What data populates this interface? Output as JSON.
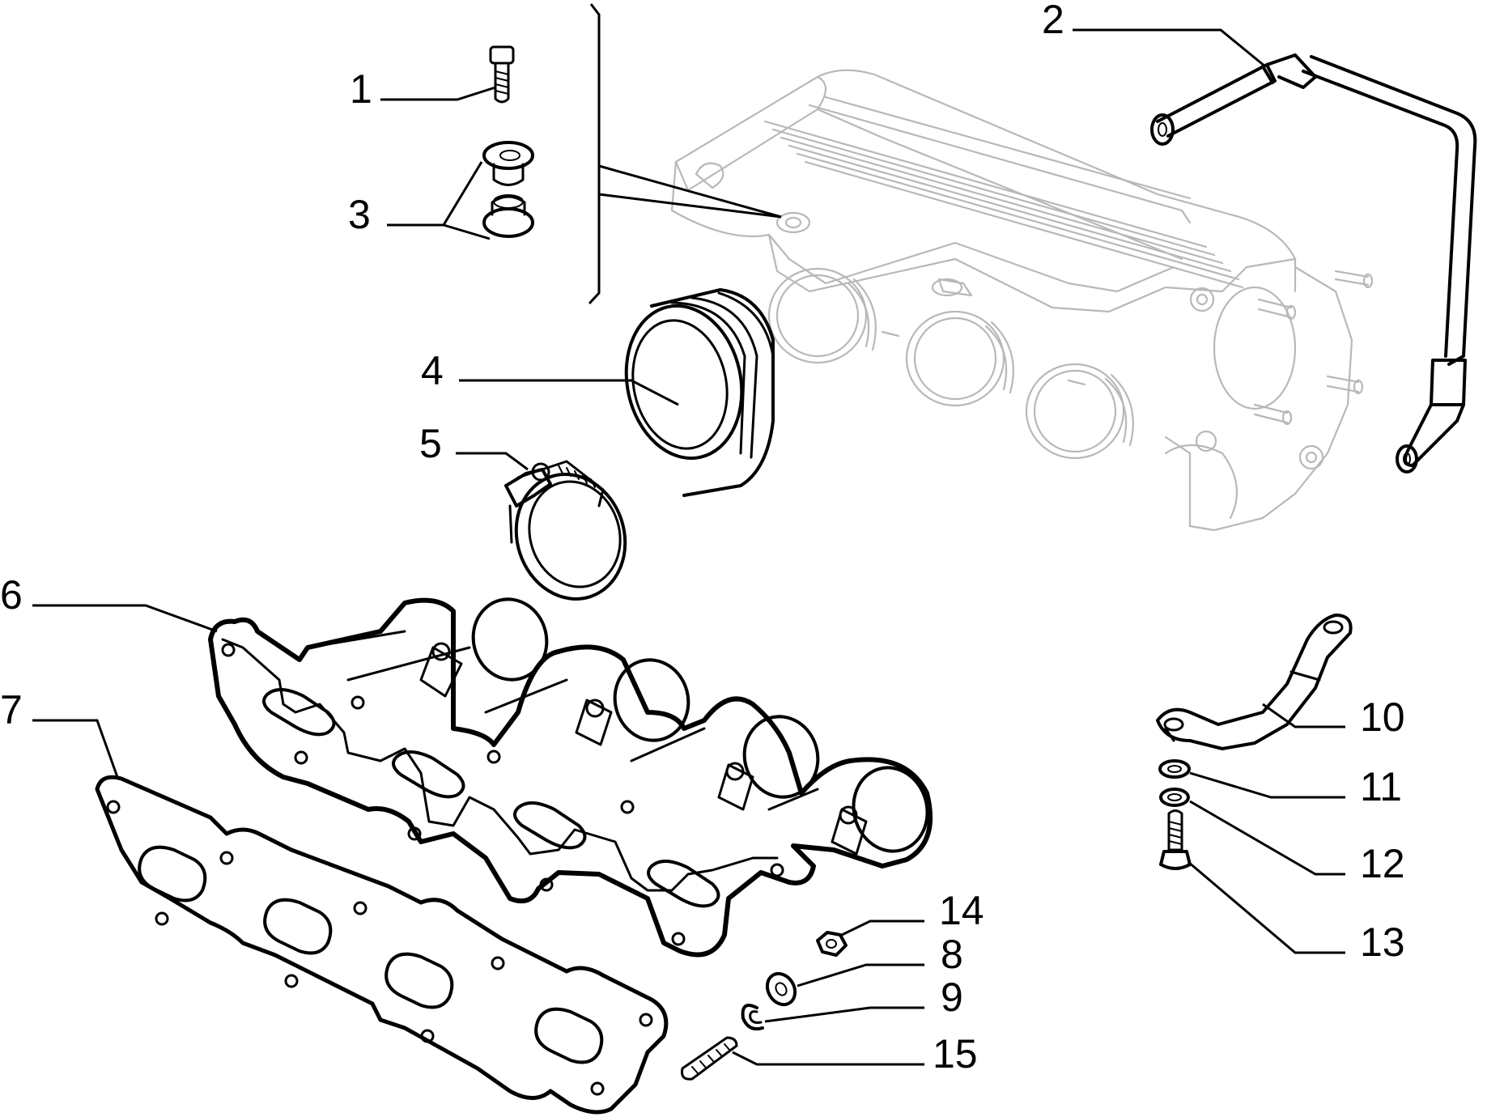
{
  "diagram": {
    "callouts": [
      "1",
      "2",
      "3",
      "4",
      "5",
      "6",
      "7",
      "8",
      "9",
      "10",
      "11",
      "12",
      "13",
      "14",
      "15"
    ],
    "parts": [
      {
        "id": "1",
        "icon": "bolt-icon"
      },
      {
        "id": "2",
        "icon": "breather-pipe-icon"
      },
      {
        "id": "3",
        "icon": "grommet-icon"
      },
      {
        "id": "4",
        "icon": "rubber-sleeve-icon"
      },
      {
        "id": "5",
        "icon": "hose-clamp-icon"
      },
      {
        "id": "6",
        "icon": "intake-manifold-icon"
      },
      {
        "id": "7",
        "icon": "manifold-gasket-icon"
      },
      {
        "id": "8",
        "icon": "washer-icon"
      },
      {
        "id": "9",
        "icon": "spring-washer-icon"
      },
      {
        "id": "10",
        "icon": "bracket-icon"
      },
      {
        "id": "11",
        "icon": "washer-icon"
      },
      {
        "id": "12",
        "icon": "spring-washer-icon"
      },
      {
        "id": "13",
        "icon": "bolt-icon"
      },
      {
        "id": "14",
        "icon": "nut-icon"
      },
      {
        "id": "15",
        "icon": "stud-icon"
      }
    ],
    "colors": {
      "line": "#000000",
      "ghost_line": "#b8b8b8",
      "gasket_fill": "#d4d4d4",
      "background": "#ffffff"
    }
  }
}
